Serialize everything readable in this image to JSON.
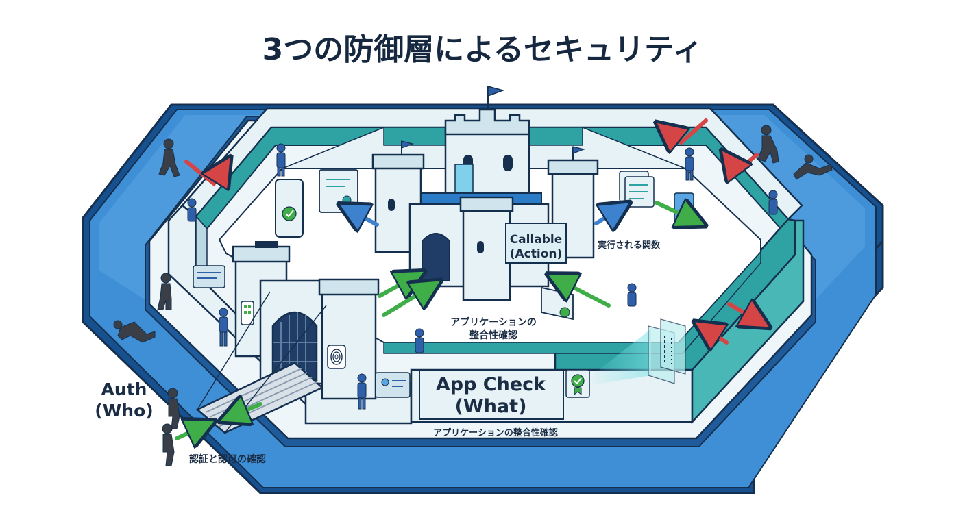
{
  "title": "3つの防御層によるセキュリティ",
  "layers": {
    "auth": {
      "label": "Auth\n(Who)",
      "caption": "認証と認可の確認"
    },
    "app_check": {
      "label": "App Check\n(What)",
      "caption_outer": "アプリケーションの整合性確認",
      "caption_inner": "アプリケーションの\n整合性確認"
    },
    "callable": {
      "label": "Callable\n(Action)",
      "caption": "実行される関数"
    }
  },
  "colors": {
    "moat": "#3f8fd6",
    "moat_dark": "#17508f",
    "wall_teal": "#2fa3a3",
    "wall_light": "#e7f2f6",
    "outline": "#15304f",
    "arrow_allow": "#3fae49",
    "arrow_deny": "#d64545",
    "arrow_flow": "#3c82cf",
    "figure": "#3a3f47",
    "guard": "#2e5fa8"
  },
  "icons": [
    "shield-check-icon",
    "fingerprint-icon",
    "id-card-icon",
    "certificate-icon",
    "document-icon",
    "flag-icon"
  ]
}
